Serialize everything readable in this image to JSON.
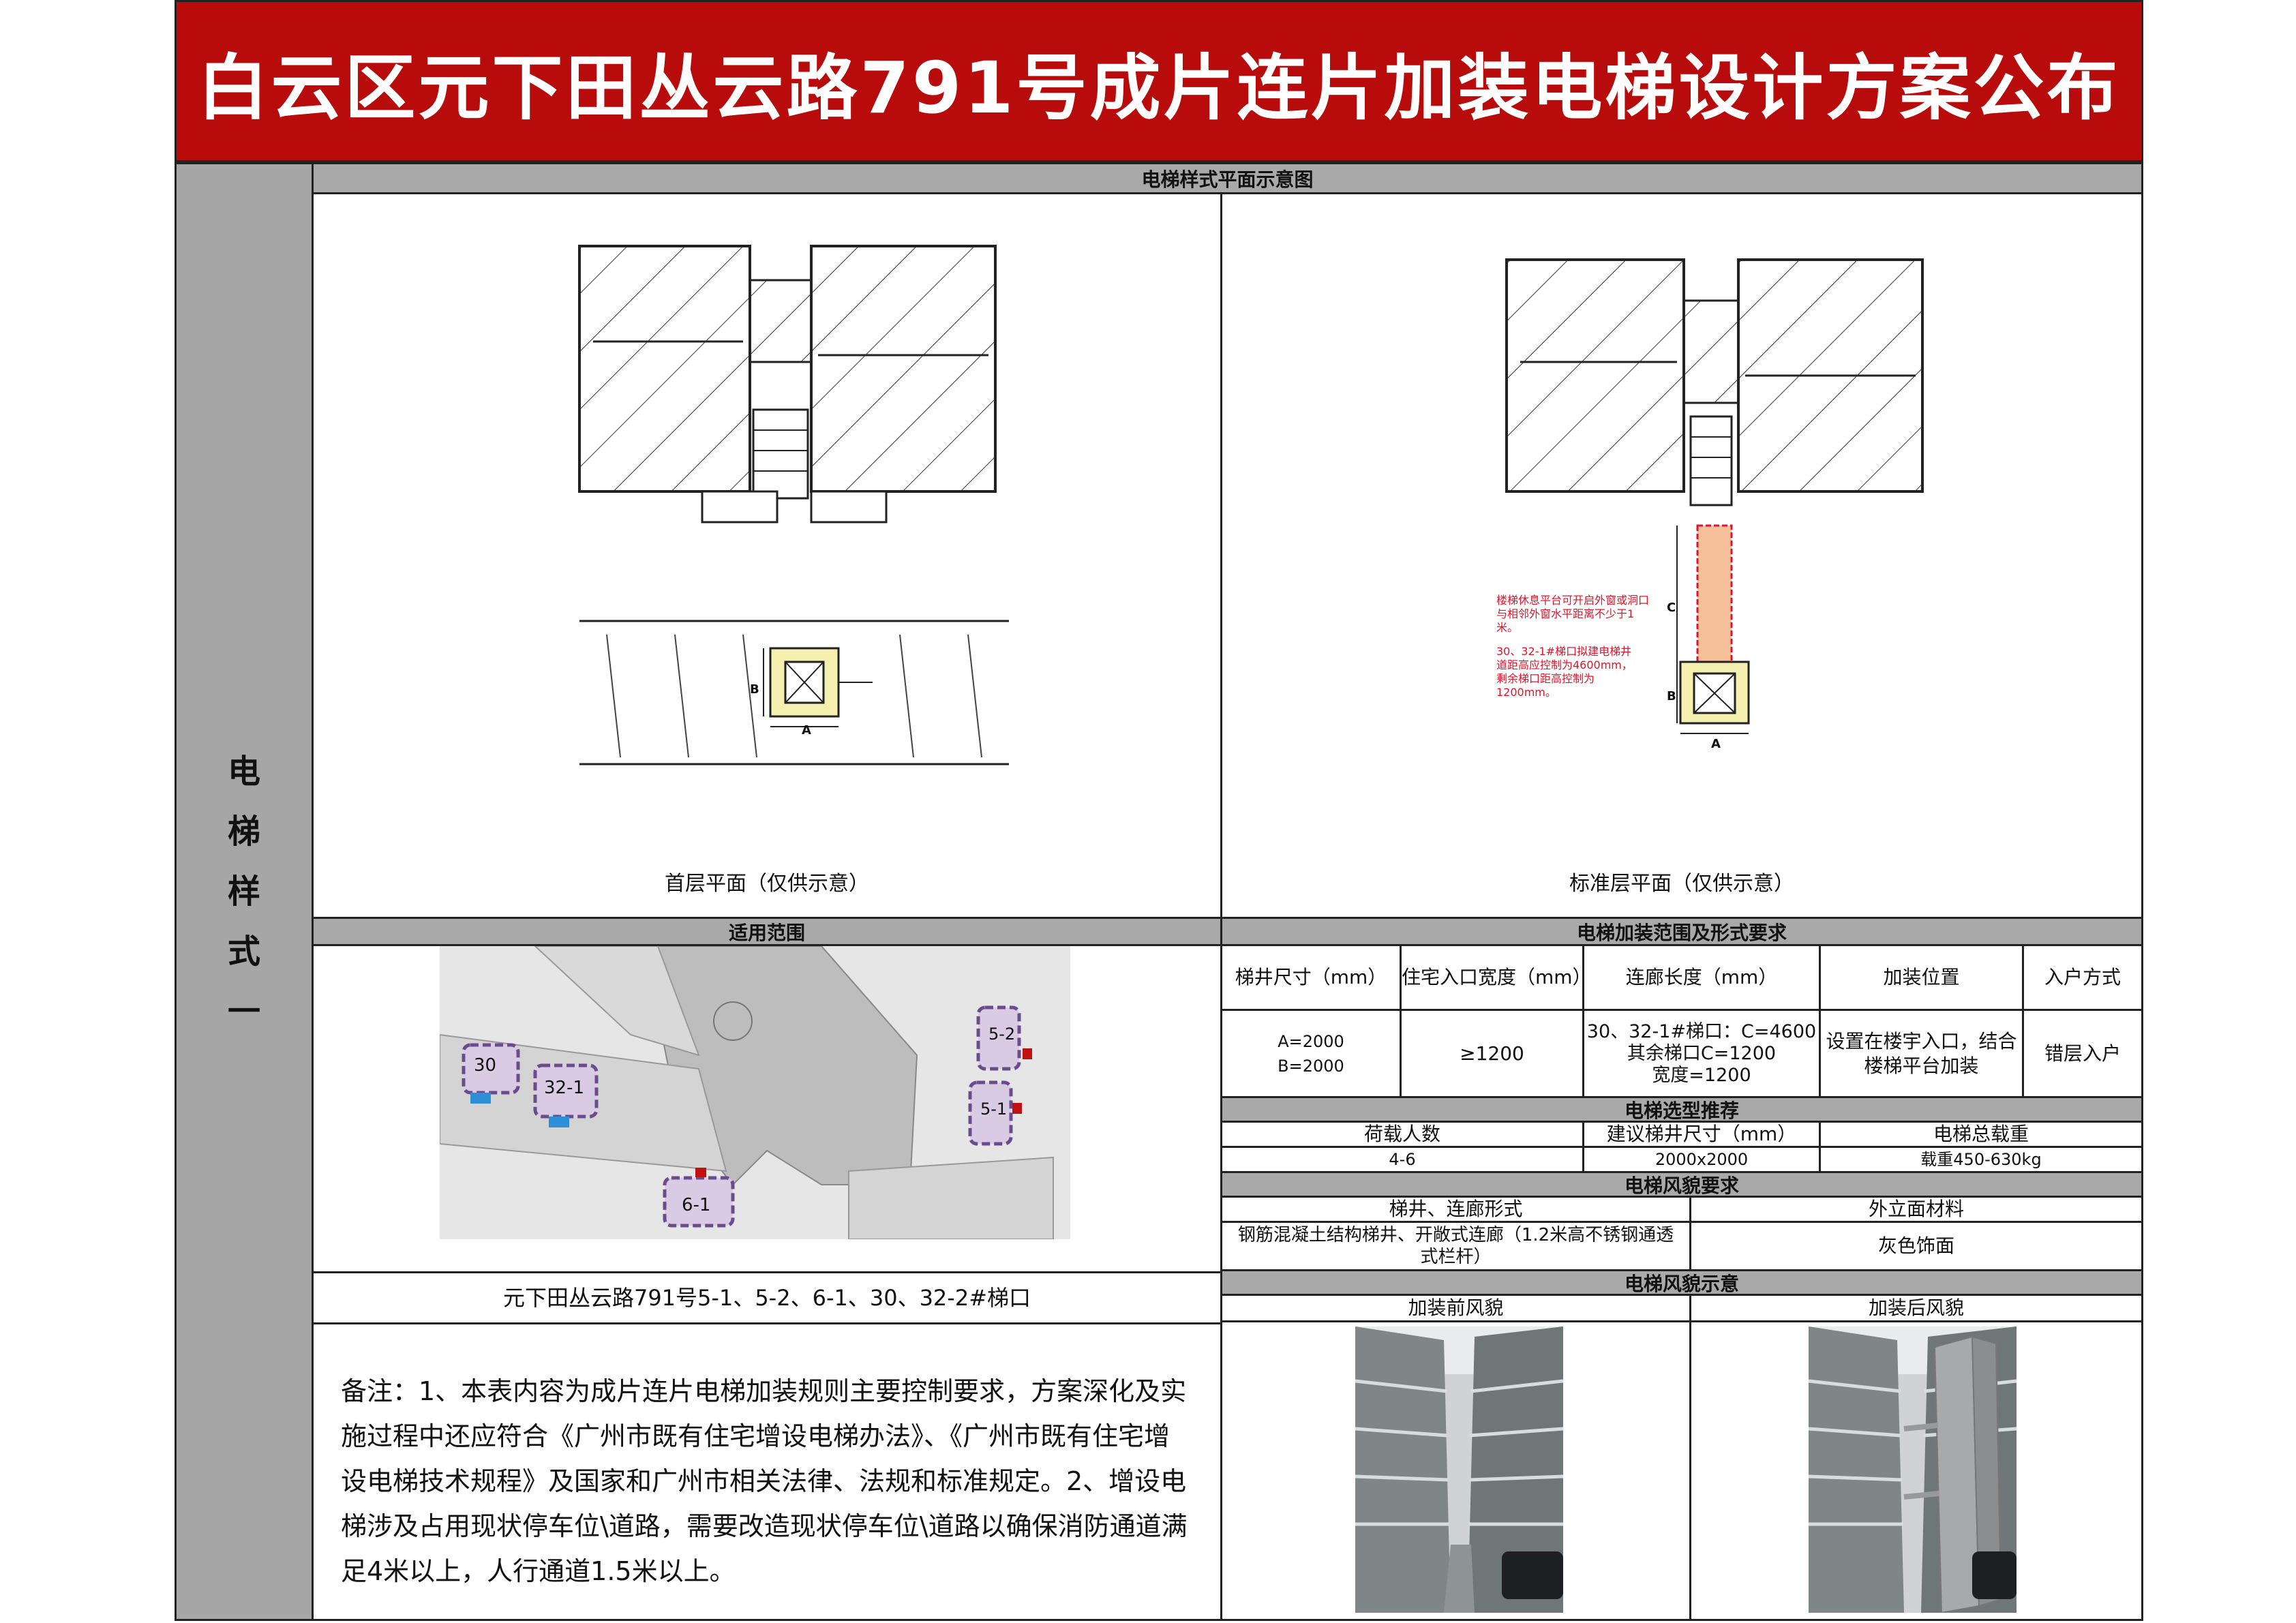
{
  "title": "白云区元下田丛云路791号成片连片加装电梯设计方案公布",
  "side_label": "电梯样式一",
  "plan_section": {
    "header": "电梯样式平面示意图",
    "left_caption": "首层平面（仅供示意）",
    "right_caption": "标准层平面（仅供示意）",
    "dim_b": "B",
    "dim_a": "A",
    "dim_c": "C",
    "red_note_1": "楼梯休息平台可开启外窗或洞口与相邻外窗水平距离不少于1米。",
    "red_note_2": "30、32-1#梯口拟建电梯井道距高应控制为4600mm，剩余梯口距高控制为1200mm。"
  },
  "scope": {
    "header": "适用范围",
    "buildings": [
      "30",
      "32-1",
      "6-1",
      "5-2",
      "5-1"
    ],
    "addresses": "元下田丛云路791号5-1、5-2、6-1、30、32-2#梯口"
  },
  "requirements": {
    "header": "电梯加装范围及形式要求",
    "columns": [
      "梯井尺寸（mm）",
      "住宅入口宽度（mm）",
      "连廊长度（mm）",
      "加装位置",
      "入户方式"
    ],
    "values": {
      "shaft": "A=2000\nB=2000",
      "entrance": "≥1200",
      "corridor": "30、32-1#梯口：C=4600\n其余梯口C=1200\n宽度=1200",
      "position": "设置在楼宇入口，结合楼梯平台加装",
      "entry": "错层入户"
    }
  },
  "selection": {
    "header": "电梯选型推荐",
    "columns": [
      "荷载人数",
      "建议梯井尺寸（mm）",
      "电梯总载重"
    ],
    "values": [
      "4-6",
      "2000x2000",
      "载重450-630kg"
    ]
  },
  "appearance": {
    "header": "电梯风貌要求",
    "columns": [
      "梯井、连廊形式",
      "外立面材料"
    ],
    "values": [
      "钢筋混凝土结构梯井、开敞式连廊（1.2米高不锈钢通透式栏杆）",
      "灰色饰面"
    ]
  },
  "preview": {
    "header": "电梯风貌示意",
    "before": "加装前风貌",
    "after": "加装后风貌"
  },
  "note": "备注：1、本表内容为成片连片电梯加装规则主要控制要求，方案深化及实施过程中还应符合《广州市既有住宅增设电梯办法》、《广州市既有住宅增设电梯技术规程》及国家和广州市相关法律、法规和标准规定。2、增设电梯涉及占用现状停车位\\道路，需要改造现状停车位\\道路以确保消防通道满足4米以上，人行通道1.5米以上。"
}
